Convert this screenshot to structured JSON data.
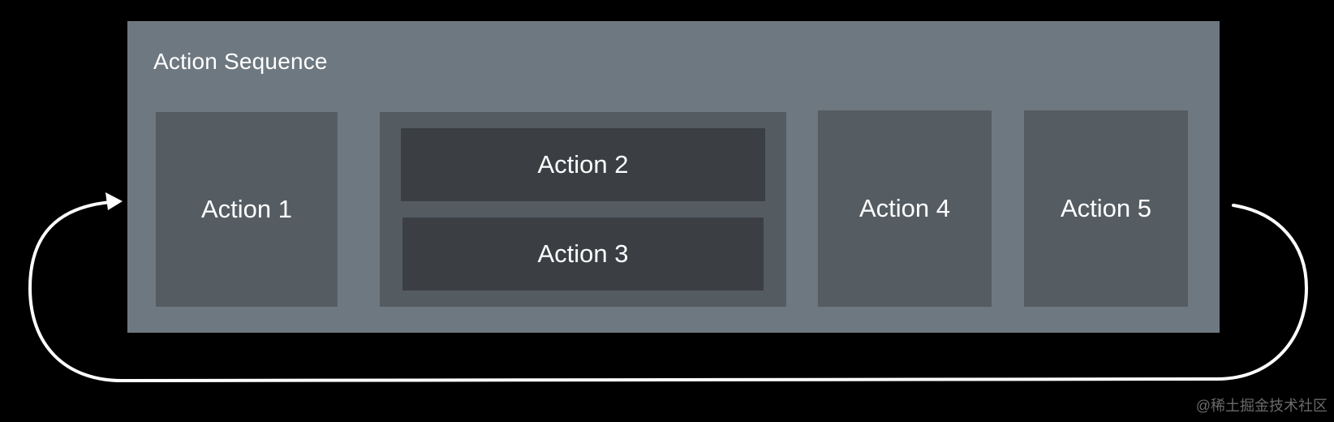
{
  "diagram": {
    "title": "Action Sequence",
    "actions": {
      "a1": "Action 1",
      "a2": "Action 2",
      "a3": "Action 3",
      "a4": "Action 4",
      "a5": "Action 5"
    }
  },
  "watermark": "@稀土掘金技术社区",
  "colors": {
    "background": "#000000",
    "sequence_fill": "#6e7880",
    "action_fill": "#555d63",
    "group_fill": "#545c62",
    "inner_action_fill": "#3b3f44",
    "text": "#ffffff",
    "loop_arrow": "#ffffff"
  }
}
